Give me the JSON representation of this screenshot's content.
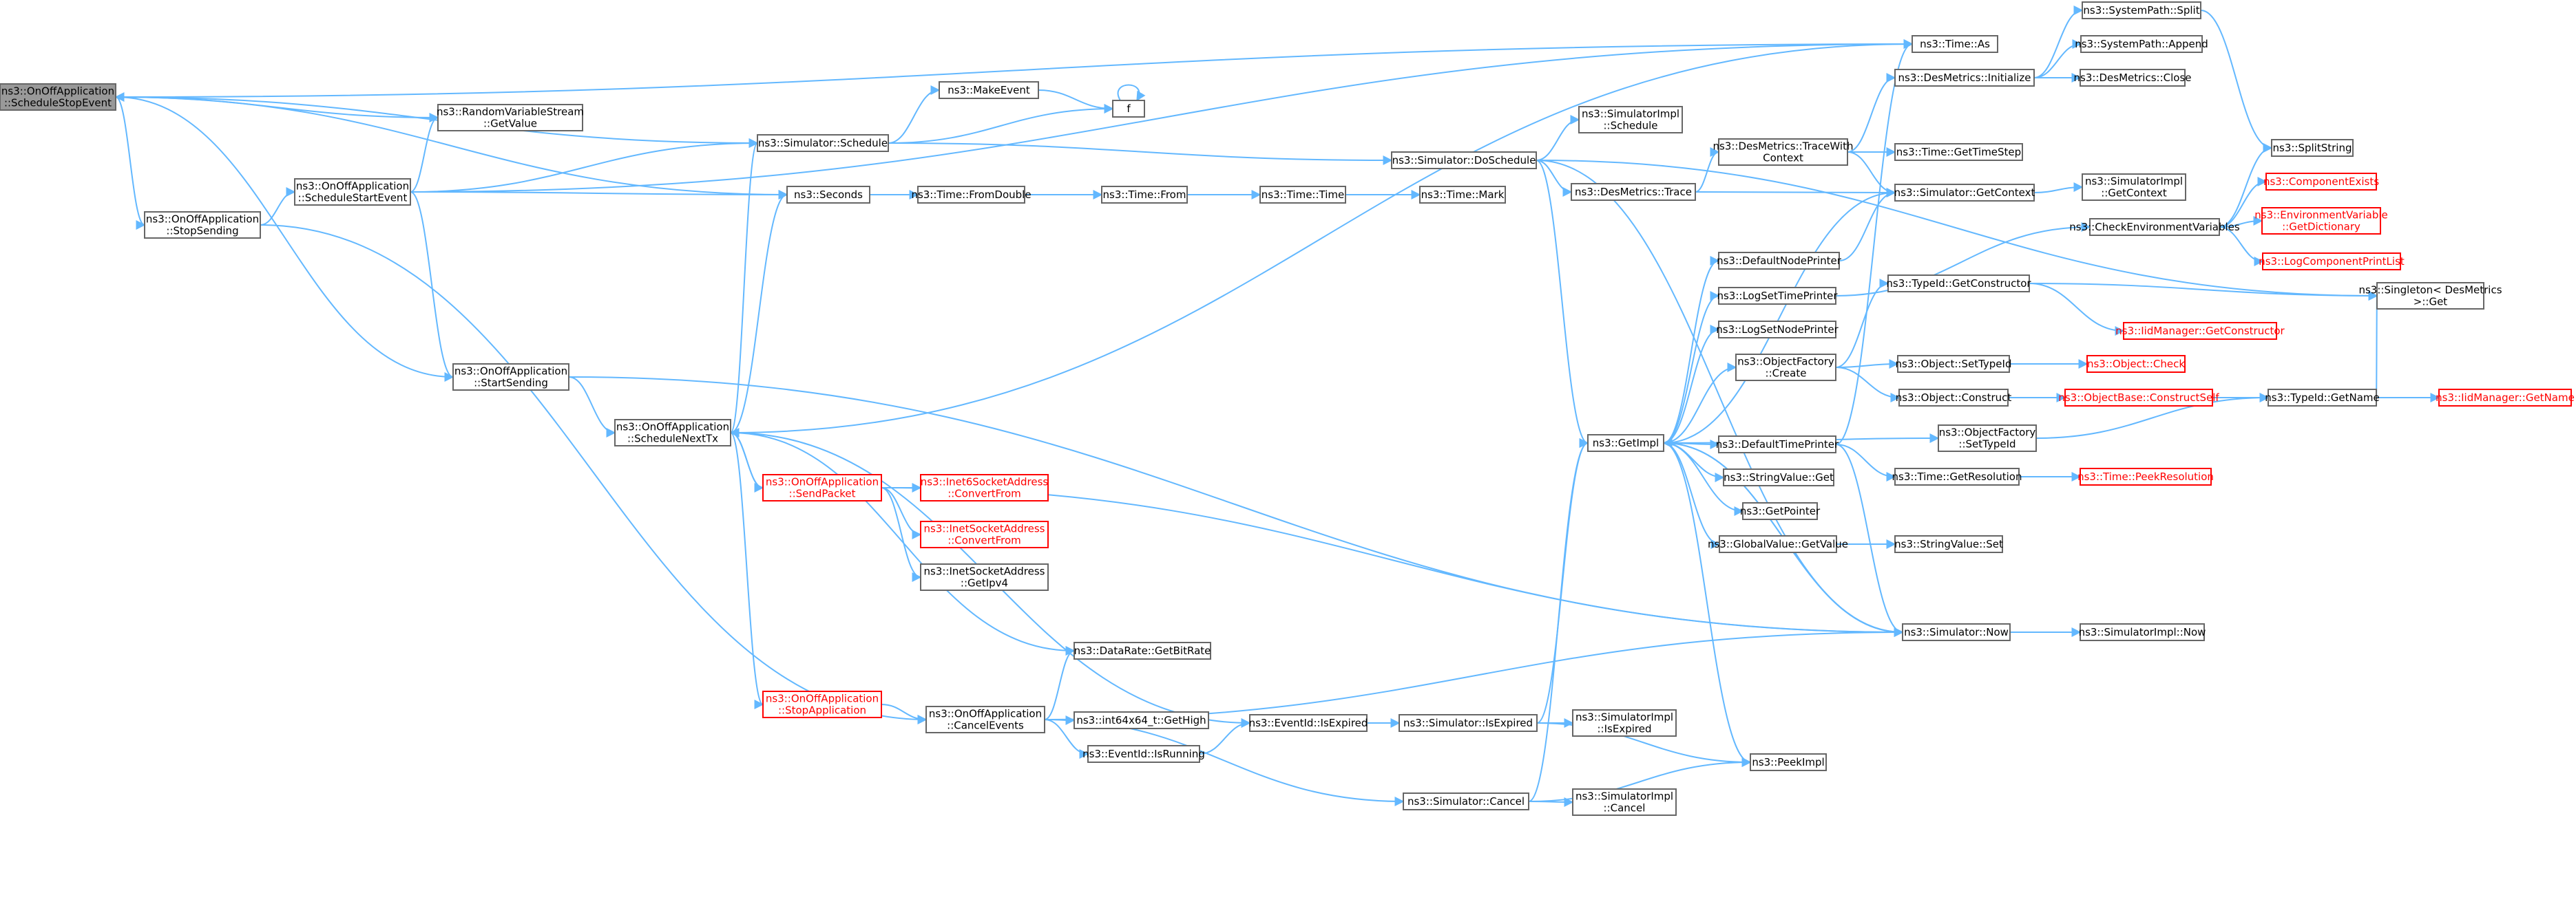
{
  "colors": {
    "edge": "#63b8ff",
    "node_border": "#666666",
    "node_fill": "#ffffff",
    "node_text": "#000000",
    "root_fill": "#999999",
    "red_border": "#ff0000",
    "red_text": "#ff0000"
  },
  "nodes": [
    {
      "id": "sse",
      "lines": [
        "ns3::OnOffApplication",
        "::ScheduleStopEvent"
      ],
      "kind": "root"
    },
    {
      "id": "ss",
      "lines": [
        "ns3::OnOffApplication",
        "::StopSending"
      ],
      "kind": "normal"
    },
    {
      "id": "sst",
      "lines": [
        "ns3::OnOffApplication",
        "::ScheduleStartEvent"
      ],
      "kind": "normal"
    },
    {
      "id": "rvs",
      "lines": [
        "ns3::RandomVariableStream",
        "::GetValue"
      ],
      "kind": "normal"
    },
    {
      "id": "sts",
      "lines": [
        "ns3::OnOffApplication",
        "::StartSending"
      ],
      "kind": "normal"
    },
    {
      "id": "snt",
      "lines": [
        "ns3::OnOffApplication",
        "::ScheduleNextTx"
      ],
      "kind": "normal"
    },
    {
      "id": "sch",
      "lines": [
        "ns3::Simulator::Schedule"
      ],
      "kind": "normal"
    },
    {
      "id": "sec",
      "lines": [
        "ns3::Seconds"
      ],
      "kind": "normal"
    },
    {
      "id": "mke",
      "lines": [
        "ns3::MakeEvent"
      ],
      "kind": "normal"
    },
    {
      "id": "f",
      "lines": [
        "f"
      ],
      "kind": "normal"
    },
    {
      "id": "fd",
      "lines": [
        "ns3::Time::FromDouble"
      ],
      "kind": "normal"
    },
    {
      "id": "tfr",
      "lines": [
        "ns3::Time::From"
      ],
      "kind": "normal"
    },
    {
      "id": "tt",
      "lines": [
        "ns3::Time::Time"
      ],
      "kind": "normal"
    },
    {
      "id": "tm",
      "lines": [
        "ns3::Time::Mark"
      ],
      "kind": "normal"
    },
    {
      "id": "dos",
      "lines": [
        "ns3::Simulator::DoSchedule"
      ],
      "kind": "normal"
    },
    {
      "id": "sis",
      "lines": [
        "ns3::SimulatorImpl",
        "::Schedule"
      ],
      "kind": "normal"
    },
    {
      "id": "dmt",
      "lines": [
        "ns3::DesMetrics::Trace"
      ],
      "kind": "normal"
    },
    {
      "id": "dmtw",
      "lines": [
        "ns3::DesMetrics::TraceWith",
        "Context"
      ],
      "kind": "normal"
    },
    {
      "id": "dmi",
      "lines": [
        "ns3::DesMetrics::Initialize"
      ],
      "kind": "normal"
    },
    {
      "id": "tas",
      "lines": [
        "ns3::Time::As"
      ],
      "kind": "normal"
    },
    {
      "id": "spsplit",
      "lines": [
        "ns3::SystemPath::Split"
      ],
      "kind": "normal"
    },
    {
      "id": "spapp",
      "lines": [
        "ns3::SystemPath::Append"
      ],
      "kind": "normal"
    },
    {
      "id": "dmc",
      "lines": [
        "ns3::DesMetrics::Close"
      ],
      "kind": "normal"
    },
    {
      "id": "tgs",
      "lines": [
        "ns3::Time::GetTimeStep"
      ],
      "kind": "normal"
    },
    {
      "id": "sgc",
      "lines": [
        "ns3::Simulator::GetContext"
      ],
      "kind": "normal"
    },
    {
      "id": "sigc",
      "lines": [
        "ns3::SimulatorImpl",
        "::GetContext"
      ],
      "kind": "normal"
    },
    {
      "id": "sps",
      "lines": [
        "ns3::SplitString"
      ],
      "kind": "normal"
    },
    {
      "id": "cex",
      "lines": [
        "ns3::ComponentExists"
      ],
      "kind": "red"
    },
    {
      "id": "cev",
      "lines": [
        "ns3::CheckEnvironmentVariables"
      ],
      "kind": "normal"
    },
    {
      "id": "evg",
      "lines": [
        "ns3::EnvironmentVariable",
        "::GetDictionary"
      ],
      "kind": "red"
    },
    {
      "id": "lcpl",
      "lines": [
        "ns3::LogComponentPrintList"
      ],
      "kind": "red"
    },
    {
      "id": "sng",
      "lines": [
        "ns3::Singleton< DesMetrics",
        " >::Get"
      ],
      "kind": "normal"
    },
    {
      "id": "dnp",
      "lines": [
        "ns3::DefaultNodePrinter"
      ],
      "kind": "normal"
    },
    {
      "id": "lstp",
      "lines": [
        "ns3::LogSetTimePrinter"
      ],
      "kind": "normal"
    },
    {
      "id": "lsnp",
      "lines": [
        "ns3::LogSetNodePrinter"
      ],
      "kind": "normal"
    },
    {
      "id": "ofc",
      "lines": [
        "ns3::ObjectFactory",
        "::Create"
      ],
      "kind": "normal"
    },
    {
      "id": "tgc",
      "lines": [
        "ns3::TypeId::GetConstructor"
      ],
      "kind": "normal"
    },
    {
      "id": "imgc",
      "lines": [
        "ns3::IidManager::GetConstructor"
      ],
      "kind": "red"
    },
    {
      "id": "ost",
      "lines": [
        "ns3::Object::SetTypeId"
      ],
      "kind": "normal"
    },
    {
      "id": "och",
      "lines": [
        "ns3::Object::Check"
      ],
      "kind": "red"
    },
    {
      "id": "oco",
      "lines": [
        "ns3::Object::Construct"
      ],
      "kind": "normal"
    },
    {
      "id": "obcs",
      "lines": [
        "ns3::ObjectBase::ConstructSelf"
      ],
      "kind": "red"
    },
    {
      "id": "tgn",
      "lines": [
        "ns3::TypeId::GetName"
      ],
      "kind": "normal"
    },
    {
      "id": "imgn",
      "lines": [
        "ns3::IidManager::GetName"
      ],
      "kind": "red"
    },
    {
      "id": "gi",
      "lines": [
        "ns3::GetImpl"
      ],
      "kind": "normal"
    },
    {
      "id": "dtp",
      "lines": [
        "ns3::DefaultTimePrinter"
      ],
      "kind": "normal"
    },
    {
      "id": "ofst",
      "lines": [
        "ns3::ObjectFactory",
        "::SetTypeId"
      ],
      "kind": "normal"
    },
    {
      "id": "svg",
      "lines": [
        "ns3::StringValue::Get"
      ],
      "kind": "normal"
    },
    {
      "id": "tgr",
      "lines": [
        "ns3::Time::GetResolution"
      ],
      "kind": "normal"
    },
    {
      "id": "tpr",
      "lines": [
        "ns3::Time::PeekResolution"
      ],
      "kind": "red"
    },
    {
      "id": "gp",
      "lines": [
        "ns3::GetPointer"
      ],
      "kind": "normal"
    },
    {
      "id": "gvg",
      "lines": [
        "ns3::GlobalValue::GetValue"
      ],
      "kind": "normal"
    },
    {
      "id": "svs",
      "lines": [
        "ns3::StringValue::Set"
      ],
      "kind": "normal"
    },
    {
      "id": "sn",
      "lines": [
        "ns3::Simulator::Now"
      ],
      "kind": "normal"
    },
    {
      "id": "sin",
      "lines": [
        "ns3::SimulatorImpl::Now"
      ],
      "kind": "normal"
    },
    {
      "id": "sp",
      "lines": [
        "ns3::OnOffApplication",
        "::SendPacket"
      ],
      "kind": "red"
    },
    {
      "id": "i6",
      "lines": [
        "ns3::Inet6SocketAddress",
        "::ConvertFrom"
      ],
      "kind": "red"
    },
    {
      "id": "i4",
      "lines": [
        "ns3::InetSocketAddress",
        "::ConvertFrom"
      ],
      "kind": "red"
    },
    {
      "id": "i4g",
      "lines": [
        "ns3::InetSocketAddress",
        "::GetIpv4"
      ],
      "kind": "normal"
    },
    {
      "id": "dgb",
      "lines": [
        "ns3::DataRate::GetBitRate"
      ],
      "kind": "normal"
    },
    {
      "id": "sa",
      "lines": [
        "ns3::OnOffApplication",
        "::StopApplication"
      ],
      "kind": "red"
    },
    {
      "id": "ce",
      "lines": [
        "ns3::OnOffApplication",
        "::CancelEvents"
      ],
      "kind": "normal"
    },
    {
      "id": "igh",
      "lines": [
        "ns3::int64x64_t::GetHigh"
      ],
      "kind": "normal"
    },
    {
      "id": "eir",
      "lines": [
        "ns3::EventId::IsRunning"
      ],
      "kind": "normal"
    },
    {
      "id": "eie",
      "lines": [
        "ns3::EventId::IsExpired"
      ],
      "kind": "normal"
    },
    {
      "id": "sie",
      "lines": [
        "ns3::Simulator::IsExpired"
      ],
      "kind": "normal"
    },
    {
      "id": "siie",
      "lines": [
        "ns3::SimulatorImpl",
        "::IsExpired"
      ],
      "kind": "normal"
    },
    {
      "id": "pi",
      "lines": [
        "ns3::PeekImpl"
      ],
      "kind": "normal"
    },
    {
      "id": "scn",
      "lines": [
        "ns3::Simulator::Cancel"
      ],
      "kind": "normal"
    },
    {
      "id": "sic",
      "lines": [
        "ns3::SimulatorImpl",
        "::Cancel"
      ],
      "kind": "normal"
    }
  ],
  "edges": [
    [
      "sse",
      "ss"
    ],
    [
      "sse",
      "rvs"
    ],
    [
      "sse",
      "sch"
    ],
    [
      "sse",
      "sec"
    ],
    [
      "sse",
      "tas"
    ],
    [
      "ss",
      "sst"
    ],
    [
      "ss",
      "ce"
    ],
    [
      "sst",
      "rvs"
    ],
    [
      "sst",
      "sch"
    ],
    [
      "sst",
      "sec"
    ],
    [
      "sst",
      "sts"
    ],
    [
      "sst",
      "tas"
    ],
    [
      "sts",
      "snt"
    ],
    [
      "sts",
      "sse"
    ],
    [
      "sts",
      "sn"
    ],
    [
      "snt",
      "sch"
    ],
    [
      "snt",
      "sec"
    ],
    [
      "snt",
      "sp"
    ],
    [
      "snt",
      "dgb"
    ],
    [
      "snt",
      "sa"
    ],
    [
      "snt",
      "eie"
    ],
    [
      "snt",
      "tas"
    ],
    [
      "sp",
      "snt"
    ],
    [
      "sp",
      "i6"
    ],
    [
      "sp",
      "i4"
    ],
    [
      "sp",
      "i4g"
    ],
    [
      "sp",
      "sn"
    ],
    [
      "sa",
      "ce"
    ],
    [
      "ce",
      "dgb"
    ],
    [
      "ce",
      "igh"
    ],
    [
      "ce",
      "eir"
    ],
    [
      "ce",
      "scn"
    ],
    [
      "ce",
      "sn"
    ],
    [
      "eir",
      "eie"
    ],
    [
      "eie",
      "sie"
    ],
    [
      "sie",
      "gi"
    ],
    [
      "sie",
      "siie"
    ],
    [
      "sie",
      "pi"
    ],
    [
      "scn",
      "gi"
    ],
    [
      "scn",
      "sic"
    ],
    [
      "scn",
      "pi"
    ],
    [
      "sch",
      "mke"
    ],
    [
      "sch",
      "f"
    ],
    [
      "sch",
      "dos"
    ],
    [
      "mke",
      "f"
    ],
    [
      "f",
      "f"
    ],
    [
      "sec",
      "fd"
    ],
    [
      "fd",
      "tfr"
    ],
    [
      "tfr",
      "tt"
    ],
    [
      "tt",
      "tm"
    ],
    [
      "dos",
      "sis"
    ],
    [
      "dos",
      "dmt"
    ],
    [
      "dos",
      "gi"
    ],
    [
      "dos",
      "sn"
    ],
    [
      "dos",
      "sng"
    ],
    [
      "dmt",
      "dmtw"
    ],
    [
      "dmt",
      "sgc"
    ],
    [
      "dmtw",
      "dmi"
    ],
    [
      "dmtw",
      "tgs"
    ],
    [
      "dmtw",
      "sgc"
    ],
    [
      "dmi",
      "spsplit"
    ],
    [
      "dmi",
      "spapp"
    ],
    [
      "dmi",
      "dmc"
    ],
    [
      "spsplit",
      "sps"
    ],
    [
      "sgc",
      "sigc"
    ],
    [
      "sgc",
      "gi"
    ],
    [
      "gi",
      "dnp"
    ],
    [
      "gi",
      "lstp"
    ],
    [
      "gi",
      "lsnp"
    ],
    [
      "gi",
      "ofc"
    ],
    [
      "gi",
      "dtp"
    ],
    [
      "gi",
      "ofst"
    ],
    [
      "gi",
      "svg"
    ],
    [
      "gi",
      "gp"
    ],
    [
      "gi",
      "gvg"
    ],
    [
      "gi",
      "pi"
    ],
    [
      "gi",
      "sn"
    ],
    [
      "dnp",
      "sgc"
    ],
    [
      "lstp",
      "cev"
    ],
    [
      "cev",
      "sps"
    ],
    [
      "cev",
      "cex"
    ],
    [
      "cev",
      "evg"
    ],
    [
      "cev",
      "lcpl"
    ],
    [
      "ofc",
      "tgc"
    ],
    [
      "ofc",
      "ost"
    ],
    [
      "ofc",
      "oco"
    ],
    [
      "tgc",
      "imgc"
    ],
    [
      "tgc",
      "sng"
    ],
    [
      "ost",
      "och"
    ],
    [
      "oco",
      "obcs"
    ],
    [
      "obcs",
      "tgn"
    ],
    [
      "tgn",
      "imgn"
    ],
    [
      "tgn",
      "sng"
    ],
    [
      "ofst",
      "tgn"
    ],
    [
      "dtp",
      "tas"
    ],
    [
      "dtp",
      "tgr"
    ],
    [
      "dtp",
      "sn"
    ],
    [
      "tgr",
      "tpr"
    ],
    [
      "gvg",
      "svs"
    ],
    [
      "sn",
      "sin"
    ],
    [
      "sn",
      "gi"
    ]
  ]
}
